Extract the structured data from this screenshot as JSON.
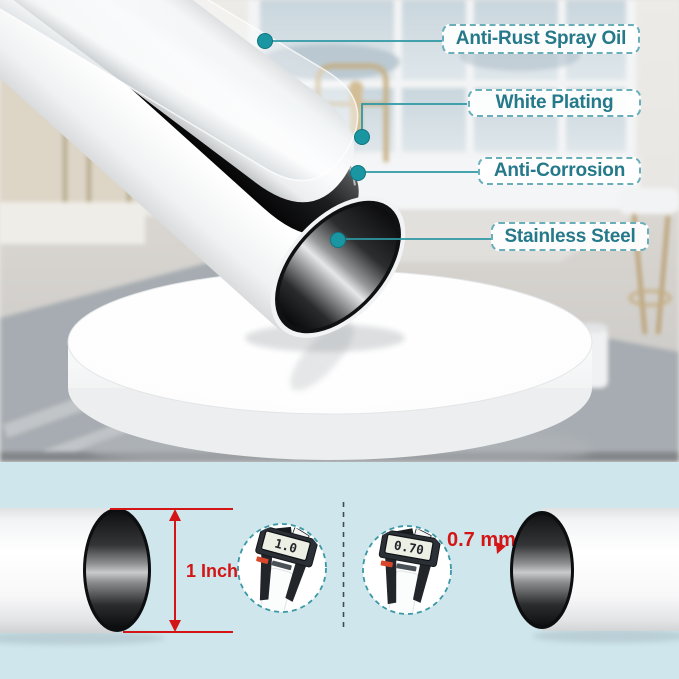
{
  "callouts": {
    "items": [
      {
        "label": "Anti-Rust Spray Oil"
      },
      {
        "label": "White Plating"
      },
      {
        "label": "Anti-Corrosion"
      },
      {
        "label": "Stainless Steel"
      }
    ]
  },
  "dimensions": {
    "diameter_label": "1 Inch",
    "thickness_label": "0.7 mm",
    "caliper_diameter_reading": "1.0",
    "caliper_thickness_reading": "0.70"
  },
  "icons": {
    "callout_dot": "filled-circle",
    "caliper": "digital-caliper",
    "arrow_up": "triangle-up",
    "arrow_down": "triangle-down"
  },
  "colors": {
    "callout_teal": "#25798a",
    "dot_teal": "#1a96a2",
    "annotation_red": "#d41515",
    "panel_blue": "#cfe7ec"
  }
}
